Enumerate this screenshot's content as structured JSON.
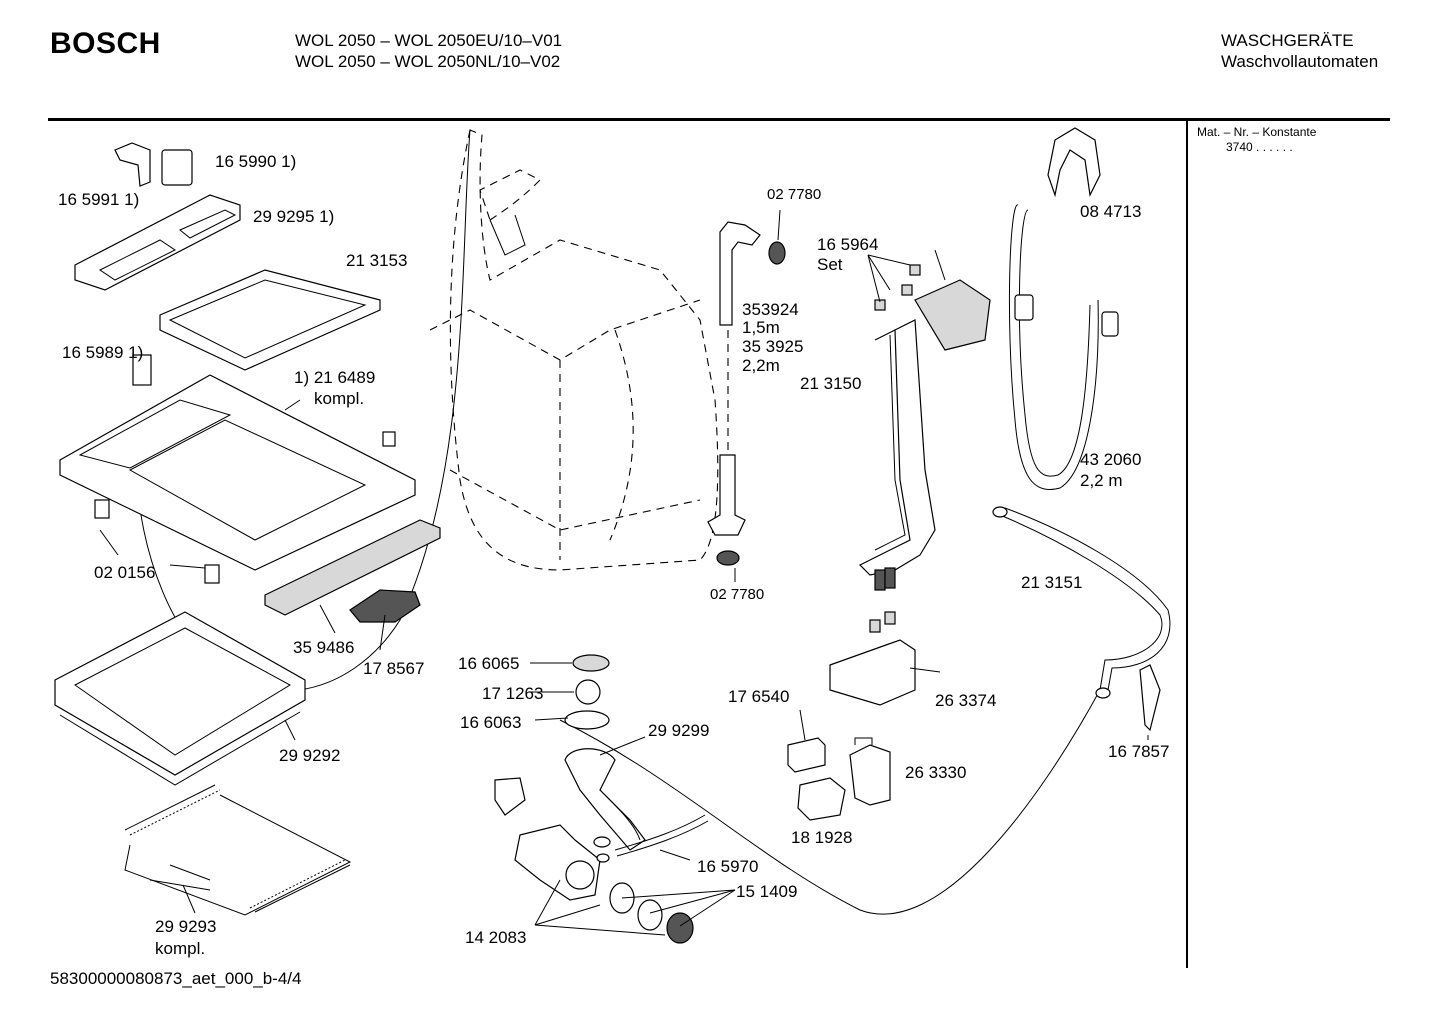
{
  "header": {
    "brand": "BOSCH",
    "model_line_1": "WOL 2050 – WOL 2050EU/10–V01",
    "model_line_2": "WOL 2050 –  WOL 2050NL/10–V02",
    "category_line_1": "WASCHGERÄTE",
    "category_line_2": "Waschvollautomaten"
  },
  "side_panel": {
    "label": "Mat. – Nr. – Konstante",
    "value": "3740   .   .   .   .   .   ."
  },
  "footer": {
    "document_id": "58300000080873_aet_000_b-4/4"
  },
  "parts": {
    "p165990": "16 5990 1)",
    "p165991": "16 5991 1)",
    "p299295": "29 9295 1)",
    "p213153": "21 3153",
    "p165989": "16 5989 1)",
    "p216489_a": "1) 21 6489",
    "p216489_b": "kompl.",
    "p020156": "02 0156",
    "p359486": "35 9486",
    "p178567": "17 8567",
    "p299292": "29 9292",
    "p299293_a": "29 9293",
    "p299293_b": "kompl.",
    "p027780_top": "02 7780",
    "p353924": "353924",
    "len_15": "1,5m",
    "p353925": "35 3925",
    "len_22": "2,2m",
    "p027780_bottom": "02 7780",
    "p165964": "16 5964",
    "set": "Set",
    "p213150": "21 3150",
    "p084713": "08 4713",
    "p432060": "43 2060",
    "len_22_b": "2,2 m",
    "p213151": "21 3151",
    "p166065": "16 6065",
    "p171263": "17 1263",
    "p166063": "16 6063",
    "p299299": "29 9299",
    "p176540": "17 6540",
    "p263374": "26 3374",
    "p263330": "26 3330",
    "p181928": "18 1928",
    "p167857": "16 7857",
    "p165970": "16 5970",
    "p151409": "15 1409",
    "p142083": "14 2083"
  }
}
